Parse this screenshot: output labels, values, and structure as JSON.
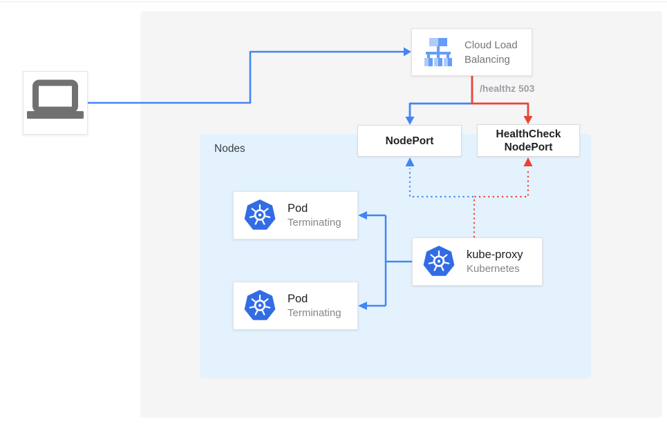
{
  "diagram": {
    "nodes_group": {
      "label": "Nodes"
    },
    "client": {
      "name": "laptop"
    },
    "load_balancer": {
      "line1": "Cloud Load",
      "line2": "Balancing"
    },
    "edge_label": "/healthz 503",
    "nodeport": {
      "label": "NodePort"
    },
    "healthcheck_nodeport": {
      "line1": "HealthCheck",
      "line2": "NodePort"
    },
    "pods": [
      {
        "title": "Pod",
        "status": "Terminating"
      },
      {
        "title": "Pod",
        "status": "Terminating"
      }
    ],
    "kube_proxy": {
      "title": "kube-proxy",
      "subtitle": "Kubernetes"
    },
    "colors": {
      "blue": "#4285F4",
      "red": "#EA4335",
      "nodes_bg": "#E3F2FD",
      "panel_bg": "#F5F5F5",
      "icon_gray": "#717171"
    }
  }
}
